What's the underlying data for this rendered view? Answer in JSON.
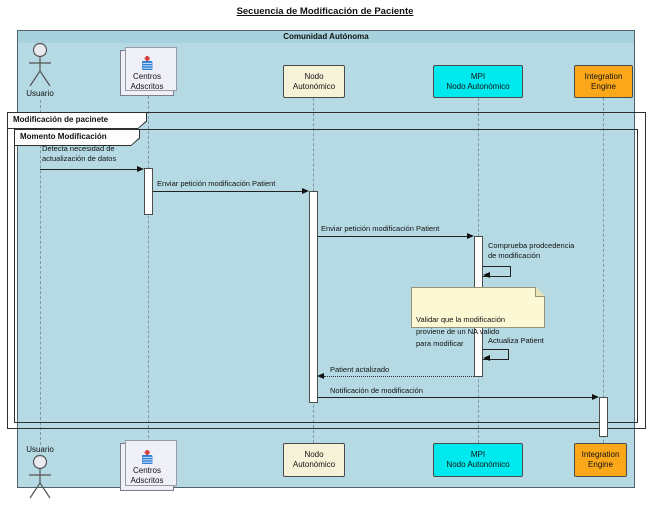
{
  "diagram": {
    "title": "Secuencia de Modificación de Paciente",
    "frames": {
      "comunidad": "Comunidad Autónoma",
      "pacinete": "Modificación de pacinete",
      "momento": "Momento Modificación"
    }
  },
  "participants": {
    "usuario": "Usuario",
    "centros": "Centros\nAdscritos",
    "nodo": "Nodo\nAutonómico",
    "mpi": "MPI\nNodo Autonómico",
    "engine": "Integration\nEngine"
  },
  "icons": {
    "centros": "hospital-building-icon"
  },
  "messages": {
    "m1": "Detecta necesidad de\nactualización de datos",
    "m2": "Enviar petición modificación Patient",
    "m3": "Enviar petición modificación Patient",
    "m4": "Comprueba prodcedencia\nde modificación",
    "m5": "Actualiza Patient",
    "m6": "Patient actalizado",
    "m7": "Notificación de modificación"
  },
  "note": "Validar que la modificación\nproviene de un NA valido\npara modificar",
  "colors": {
    "frame_bg": "#B5DAE4",
    "band_bg": "#A7D2DD",
    "nodo_bg": "#F6F2D8",
    "mpi_bg": "#00E9EF",
    "engine_bg": "#FAA719",
    "centros_bg": "#EFEFF8",
    "note_bg": "#FBF8D3"
  }
}
